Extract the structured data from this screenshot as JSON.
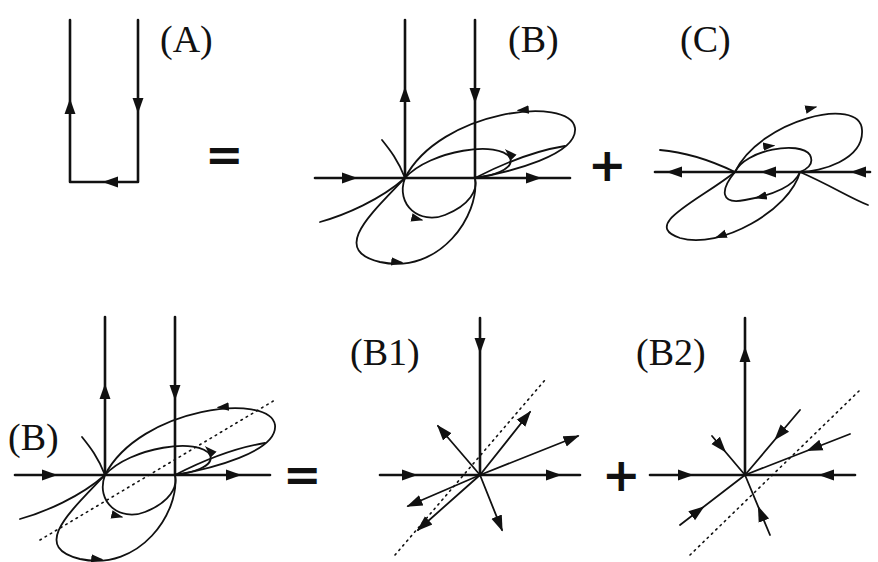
{
  "diagram": {
    "labels": [
      "(A)",
      "=",
      "(B)",
      "+",
      "(C)",
      "(B)",
      "=",
      "(B1)",
      "+",
      "(B2)"
    ]
  }
}
